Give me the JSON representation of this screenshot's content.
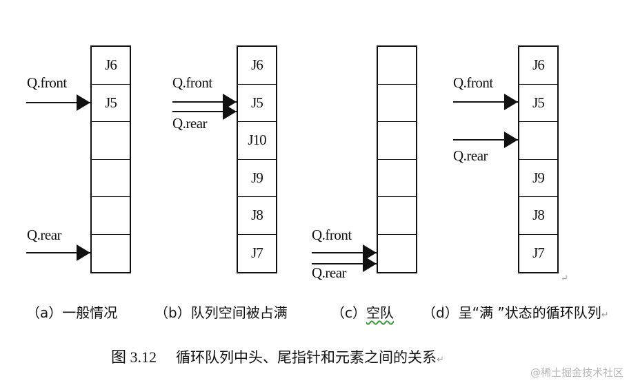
{
  "figure": {
    "number": "图 3.12",
    "caption": "循环队列中头、尾指针和元素之间的关系",
    "paragraph_mark": "↵"
  },
  "panels": [
    {
      "id": "a",
      "caption": "（a）一般情况",
      "cells": [
        "J6",
        "J5",
        "",
        "",
        "",
        ""
      ],
      "front_label": "Q.front",
      "rear_label": "Q.rear",
      "front_cell_index": 1,
      "rear_cell_index": 5
    },
    {
      "id": "b",
      "caption": "（b）队列空间被占满",
      "cells": [
        "J6",
        "J5",
        "J10",
        "J9",
        "J8",
        "J7"
      ],
      "front_label": "Q.front",
      "rear_label": "Q.rear",
      "front_cell_index": 1,
      "rear_cell_index": 1
    },
    {
      "id": "c",
      "caption_prefix": "（c）",
      "caption_text": "空队",
      "cells": [
        "",
        "",
        "",
        "",
        "",
        ""
      ],
      "front_label": "Q.front",
      "rear_label": "Q.rear",
      "front_cell_index": 5,
      "rear_cell_index": 5
    },
    {
      "id": "d",
      "caption": "（d）呈“满 ”状态的循环队列",
      "cells": [
        "J6",
        "J5",
        "",
        "J9",
        "J8",
        "J7"
      ],
      "front_label": "Q.front",
      "rear_label": "Q.rear",
      "front_cell_index": 1,
      "rear_cell_index": 2
    }
  ],
  "watermark": "@稀土掘金技术社区",
  "colors": {
    "line": "#111111",
    "background": "#ffffff",
    "watermark": "#b5b5b5",
    "spellcheck": "#3a9a3a"
  }
}
